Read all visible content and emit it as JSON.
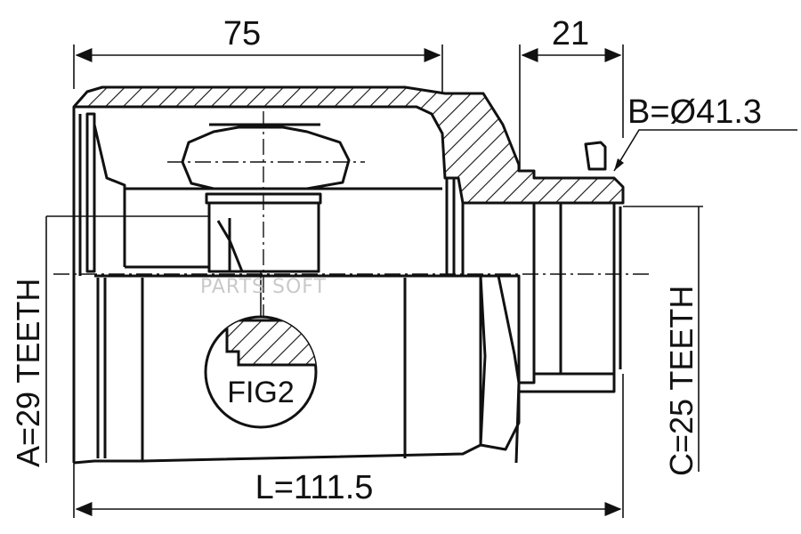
{
  "dimensions": {
    "length_75": "75",
    "length_21": "21",
    "bore_b": "B=Ø41.3",
    "total_l": "L=111.5"
  },
  "splines": {
    "a_teeth": "A=29 TEETH",
    "c_teeth": "C=25 TEETH"
  },
  "figure_label": "FIG2",
  "watermark": "PARTS SOFT"
}
